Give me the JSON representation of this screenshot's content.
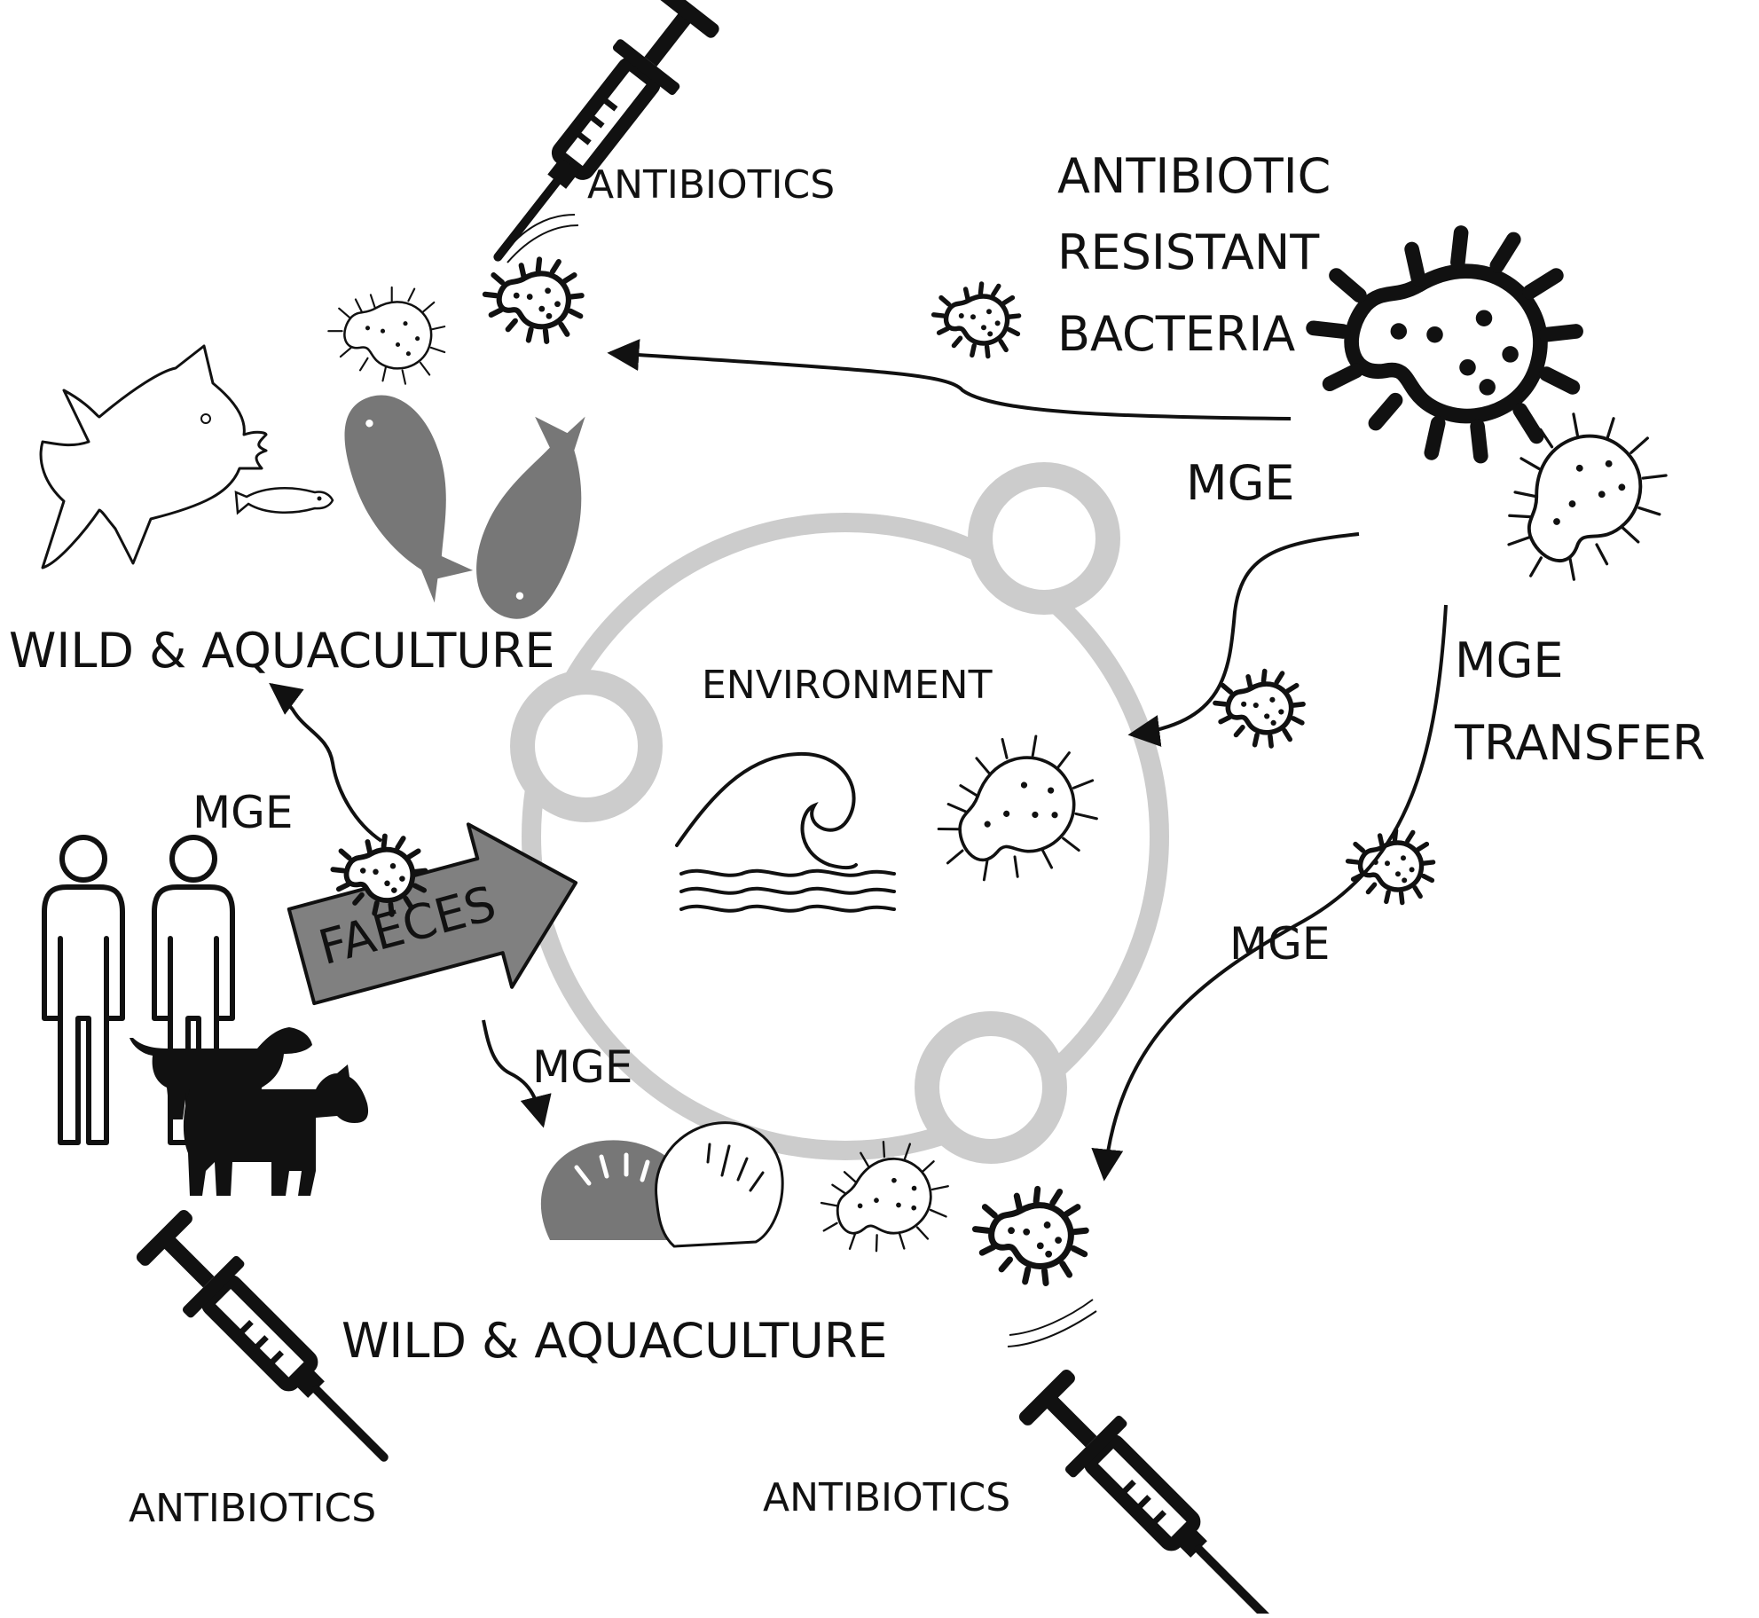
{
  "labels": {
    "antibiotics_top": "ANTIBIOTICS",
    "antibiotics_left": "ANTIBIOTICS",
    "antibiotics_bottom": "ANTIBIOTICS",
    "arb_line1": "ANTIBIOTIC",
    "arb_line2": "RESISTANT",
    "arb_line3": "BACTERIA",
    "wild_top": "WILD & AQUACULTURE",
    "wild_bottom": "WILD & AQUACULTURE",
    "environment": "ENVIRONMENT",
    "faeces": "FAECES",
    "mge_top_right": "MGE",
    "mge_left": "MGE",
    "mge_center": "MGE",
    "mge_bottom_right": "MGE",
    "mge_transfer_line1": "MGE",
    "mge_transfer_line2": "TRANSFER"
  },
  "icons": [
    "syringe-icon",
    "bacterium-icon",
    "fish-icon",
    "koi-fish-icon",
    "wave-icon",
    "person-icon",
    "dog-icon",
    "cow-icon",
    "shell-icon"
  ],
  "colors": {
    "ink": "#111111",
    "ring": "#cccccc",
    "grey_fill": "#777777",
    "arrow_fill": "#808080"
  }
}
